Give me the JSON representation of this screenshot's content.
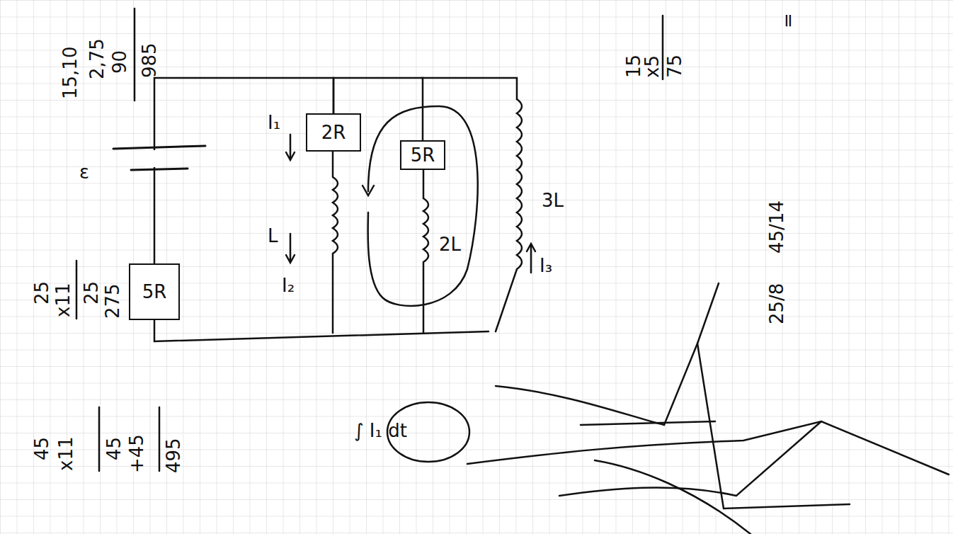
{
  "diagram": {
    "nodes": [
      {
        "text": [
          "2R"
        ]
      },
      {
        "text": [
          "5R"
        ]
      },
      {
        "text": [
          "5R"
        ]
      }
    ],
    "edges": [
      {
        "from": 0,
        "to": 1,
        "arrow": "none"
      },
      {
        "from": 2,
        "to": 0,
        "arrow": "none"
      }
    ],
    "labels": [
      "15,10",
      "2,75",
      "90",
      "985",
      "ε",
      "I₁",
      "L",
      "I₂",
      "2L",
      "3L",
      "I₃",
      "25",
      "x11",
      "25",
      "275",
      "45",
      "x11",
      "45",
      "+45",
      "495",
      "15",
      "x5",
      "75",
      "25/8",
      "45/14",
      "=",
      "∫ I₁ dt"
    ]
  }
}
